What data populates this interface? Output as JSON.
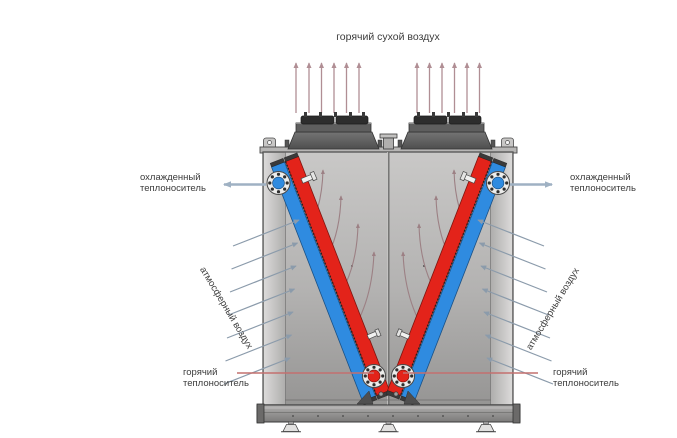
{
  "diagram": {
    "title": "горячий сухой воздух",
    "labels": {
      "cooled_left": "охлажденный теплоноситель",
      "cooled_right": "охлажденный теплоноситель",
      "atmospheric_left": "атмосферный воздух",
      "atmospheric_right": "атмосферный воздух",
      "hot_left": "горячий теплоноситель",
      "hot_right": "горячий теплоноситель"
    },
    "colors": {
      "hot_pipe": "#e3231a",
      "cold_pipe": "#2f8be0",
      "hot_air_arrow": "#b08e94",
      "atmospheric_arrow": "#8b9bab",
      "cooled_arrow": "#9fb1c3",
      "hot_line": "#c4706f",
      "internal_air_arrow": "#9c8084",
      "cabinet": "#b5b4b3",
      "text": "#3c3c3c"
    }
  }
}
